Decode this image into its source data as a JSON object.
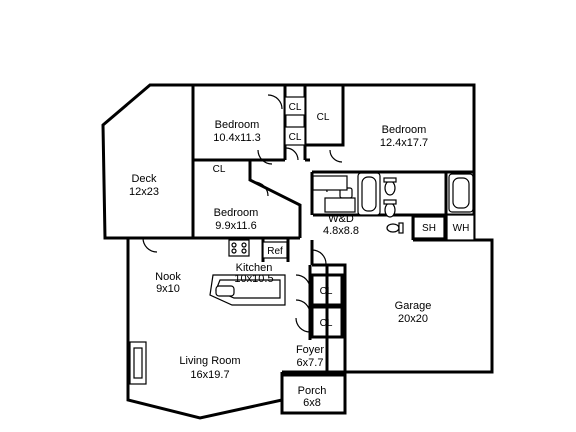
{
  "rooms": {
    "deck": {
      "name": "Deck",
      "size": "12x23"
    },
    "bedroom1": {
      "name": "Bedroom",
      "size": "10.4x11.3"
    },
    "bedroom2": {
      "name": "Bedroom",
      "size": "12.4x17.7"
    },
    "bedroom3": {
      "name": "Bedroom",
      "size": "9.9x11.6"
    },
    "wd": {
      "name": "W&D",
      "size": "4.8x8.8"
    },
    "nook": {
      "name": "Nook",
      "size": "9x10"
    },
    "kitchen": {
      "name": "Kitchen",
      "size": "10x10.5"
    },
    "garage": {
      "name": "Garage",
      "size": "20x20"
    },
    "foyer": {
      "name": "Foyer",
      "size": "6x7.7"
    },
    "living": {
      "name": "Living Room",
      "size": "16x19.7"
    },
    "porch": {
      "name": "Porch",
      "size": "6x8"
    }
  },
  "small_labels": {
    "cl_a": "CL",
    "cl_b": "CL",
    "cl_c": "CL",
    "cl_d": "CL",
    "cl_e": "CL",
    "cl_f": "CL",
    "ref": "Ref",
    "sh": "SH",
    "wh": "WH"
  }
}
